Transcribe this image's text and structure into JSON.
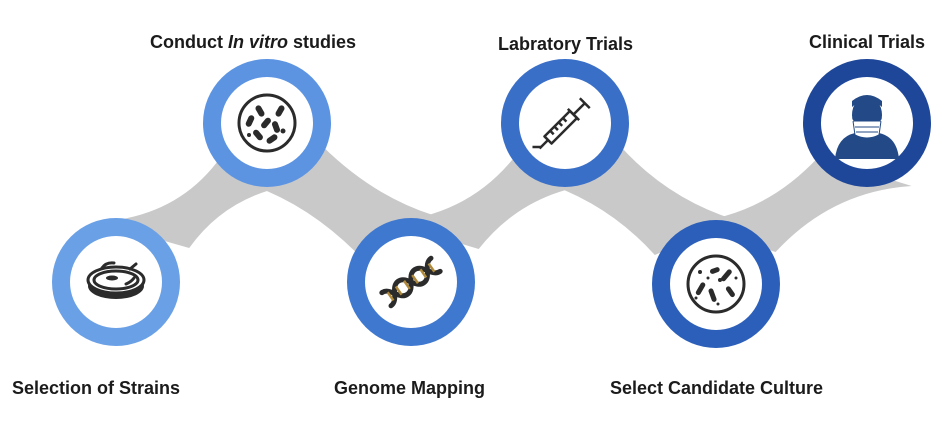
{
  "colors": {
    "connector": "#c9c9c9",
    "ring_1": "#6aa0e6",
    "ring_2": "#5c94e2",
    "ring_3": "#3f78cf",
    "ring_4": "#3a6fc8",
    "ring_5": "#2c5fb9",
    "ring_6": "#1e4799",
    "icon": "#2b2b2b",
    "icon_clinical": "#234a86"
  },
  "steps": [
    {
      "label": "Selection of Strains",
      "ring_color": "#6aa0e6",
      "icon": "petri-dish-icon",
      "position": "bottom"
    },
    {
      "label_prefix": "Conduct ",
      "label_emphasis": "In vitro",
      "label_suffix": " studies",
      "ring_color": "#5c94e2",
      "icon": "bacteria-culture-icon",
      "position": "top"
    },
    {
      "label": "Genome Mapping",
      "ring_color": "#3f78cf",
      "icon": "dna-helix-icon",
      "position": "bottom"
    },
    {
      "label": "Labratory Trials",
      "ring_color": "#3a6fc8",
      "icon": "syringe-icon",
      "position": "top"
    },
    {
      "label": "Select Candidate Culture",
      "ring_color": "#2c5fb9",
      "icon": "microbe-petri-icon",
      "position": "bottom"
    },
    {
      "label": "Clinical Trials",
      "ring_color": "#1e4799",
      "icon": "masked-person-icon",
      "position": "top"
    }
  ]
}
